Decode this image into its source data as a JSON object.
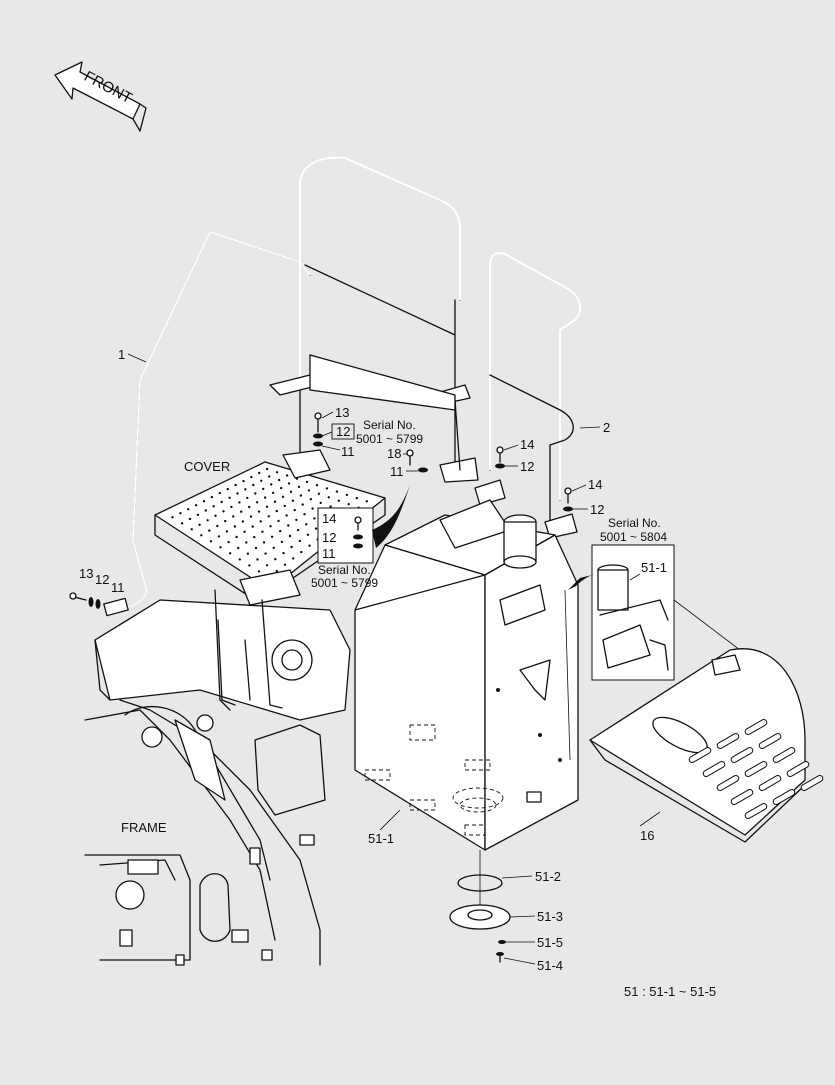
{
  "front_arrow": {
    "label": "FRONT"
  },
  "areas": {
    "cover": "COVER",
    "frame": "FRAME"
  },
  "serial_notes": [
    {
      "title": "Serial No.",
      "range": "5001 ~ 5799"
    },
    {
      "title": "Serial No.",
      "range": "5001 ~ 5799"
    },
    {
      "title": "Serial No.",
      "range": "5001 ~ 5804"
    }
  ],
  "callouts": {
    "handrail_left": "1",
    "handrail_right": "2",
    "bolt_13_top": "13",
    "washer_12_top": "12",
    "nut_11_top": "11",
    "bolt_18": "18",
    "nut_11_mid": "11",
    "bolt_14_mid": "14",
    "washer_12_mid": "12",
    "bolt_14_right": "14",
    "washer_12_right": "12",
    "detail_14": "14",
    "detail_12": "12",
    "detail_11": "11",
    "left_13": "13",
    "left_12": "12",
    "left_11": "11",
    "detail_51_1": "51-1",
    "tank_51_1": "51-1",
    "oring_51_2": "51-2",
    "cap_51_3": "51-3",
    "screw_51_5": "51-5",
    "screw_51_4": "51-4",
    "plate_16": "16"
  },
  "footnote": "51 : 51-1 ~ 51-5"
}
